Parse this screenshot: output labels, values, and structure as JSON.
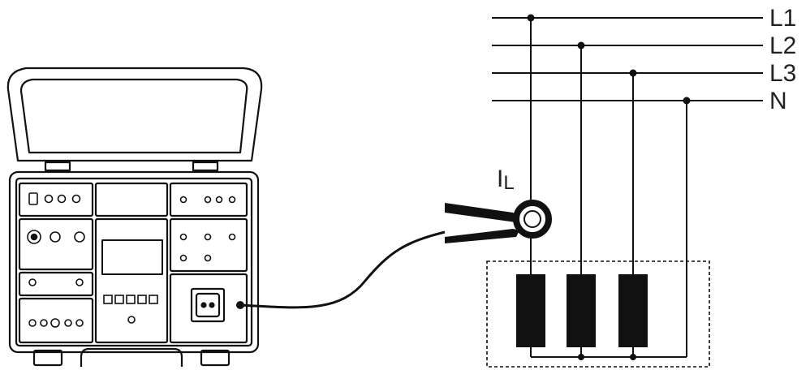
{
  "diagram": {
    "lines": [
      {
        "label": "L1"
      },
      {
        "label": "L2"
      },
      {
        "label": "L3"
      },
      {
        "label": "N"
      }
    ],
    "clamp_label_main": "I",
    "clamp_label_sub": "L"
  }
}
